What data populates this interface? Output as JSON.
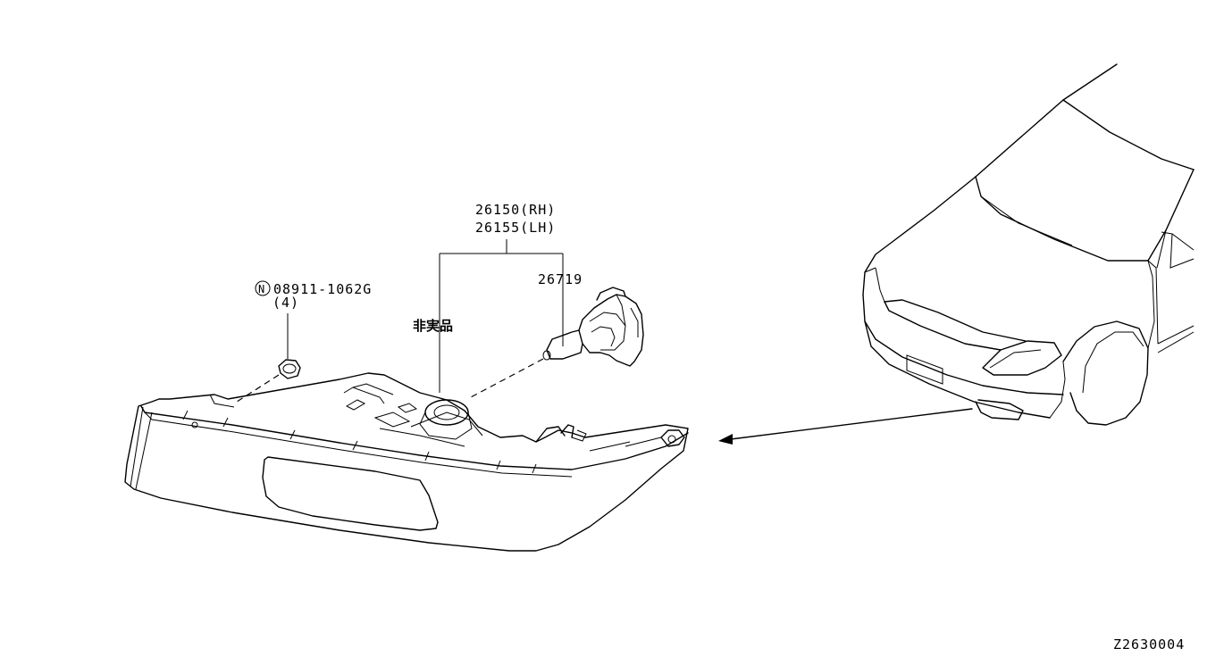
{
  "callouts": {
    "part_rh": "26150(RH)",
    "part_lh": "26155(LH)",
    "part_bulb": "26719",
    "not_sold": "非実品",
    "nut_symbol": "N",
    "nut_part": "08911-1062G",
    "nut_qty": "(4)"
  },
  "figure_id": "Z2630004"
}
